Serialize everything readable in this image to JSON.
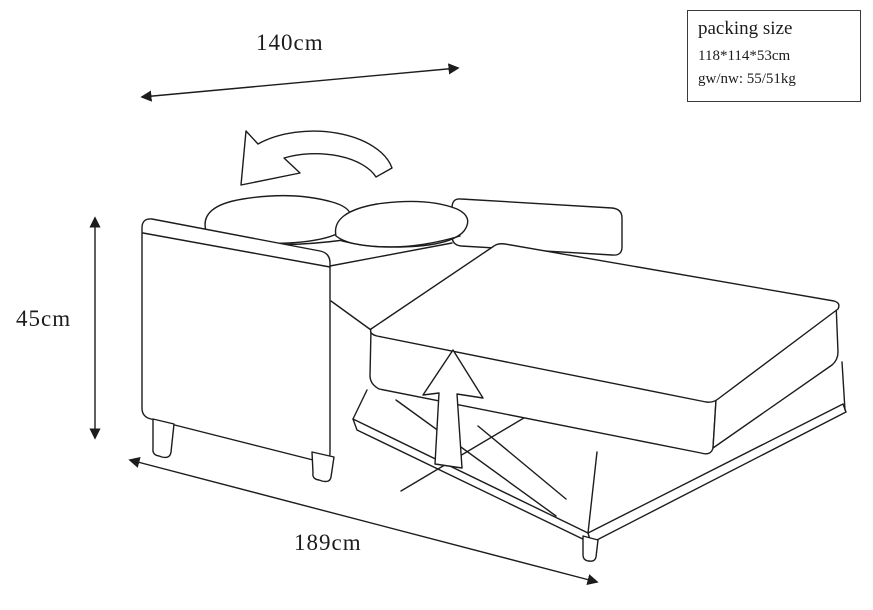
{
  "diagram": {
    "dimensions": {
      "width": "140cm",
      "height": "45cm",
      "depth": "189cm"
    },
    "packing": {
      "title": "packing size",
      "size_line": "118*114*53cm",
      "weight_line": "gw/nw:  55/51kg"
    },
    "colors": {
      "ink": "#1c1c1c",
      "background": "#ffffff"
    }
  }
}
